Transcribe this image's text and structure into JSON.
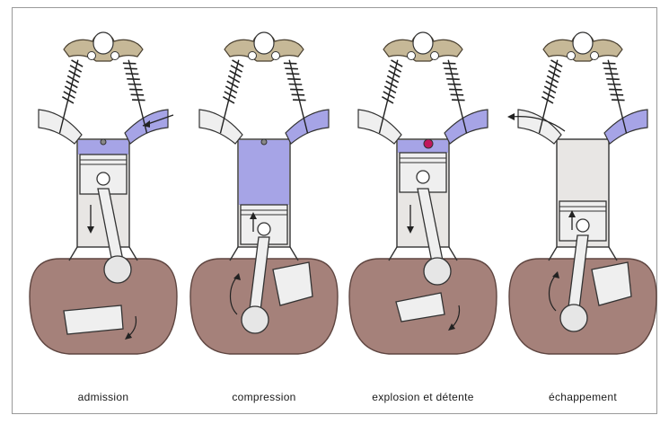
{
  "captions": {
    "stroke1": "admission",
    "stroke2": "compression",
    "stroke3": "explosion et détente",
    "stroke4": "échappement"
  },
  "colors": {
    "crankcase": "#a5817a",
    "crankcase_stroke": "#6b4f49",
    "charge": "#a6a4e6",
    "cylinder": "#e6e4e2",
    "rocker": "#c8b99a",
    "spark": "#c0185c"
  },
  "icons": [
    "piston-icon",
    "connecting-rod-icon",
    "crankshaft-icon",
    "valve-spring-icon",
    "rocker-arm-icon",
    "spark-plug-icon",
    "flow-arrow-icon"
  ]
}
